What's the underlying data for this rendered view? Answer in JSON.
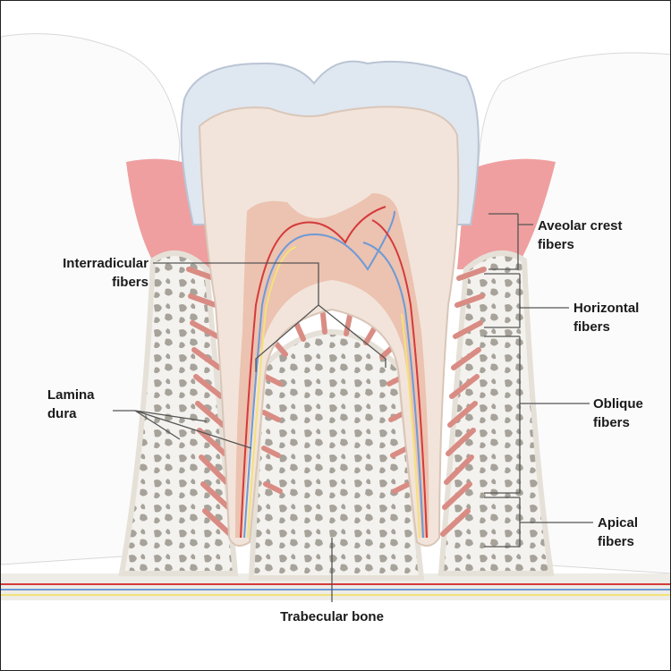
{
  "labels": {
    "aveolar_crest": [
      "Aveolar crest",
      "fibers"
    ],
    "horizontal": [
      "Horizontal",
      "fibers"
    ],
    "oblique": [
      "Oblique",
      "fibers"
    ],
    "apical": [
      "Apical",
      "fibers"
    ],
    "interradicular": [
      "Interradicular",
      "fibers"
    ],
    "lamina_dura": [
      "Lamina",
      "dura"
    ],
    "trabecular_bone": "Trabecular bone"
  },
  "colors": {
    "enamel": "#dfe7f1",
    "dentin": "#f2e4da",
    "pulp": "#ecc2b0",
    "gum": "#ef9f9f",
    "bone": "#f3f1ec",
    "artery": "#d43a3a",
    "vein": "#6d9ad6",
    "nerve": "#f3e27a",
    "fibers": "#d98c84"
  }
}
